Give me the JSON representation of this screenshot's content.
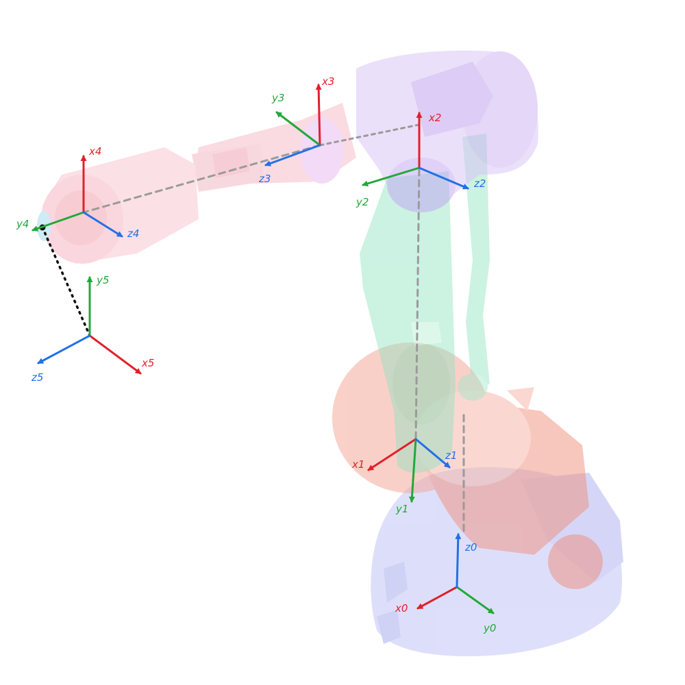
{
  "colors": {
    "x_axis": "#e0202a",
    "y_axis": "#22a83a",
    "z_axis": "#2170e6",
    "base_link": "#b9bdf5",
    "shoulder_link": "#f3a89a",
    "upper_arm_link": "#a7e9cf",
    "elbow_link": "#d1b6f5",
    "forearm_link": "#f7c1cb",
    "connector_dashed": "#9a9a9a",
    "tool_dotted": "#111111"
  },
  "labels": {
    "f0": {
      "x": "x0",
      "y": "y0",
      "z": "z0"
    },
    "f1": {
      "x": "x1",
      "y": "y1",
      "z": "z1"
    },
    "f2": {
      "x": "x2",
      "y": "y2",
      "z": "z2"
    },
    "f3": {
      "x": "x3",
      "y": "y3",
      "z": "z3"
    },
    "f4": {
      "x": "x4",
      "y": "y4",
      "z": "z4"
    },
    "f5": {
      "x": "x5",
      "y": "y5",
      "z": "z5"
    }
  }
}
